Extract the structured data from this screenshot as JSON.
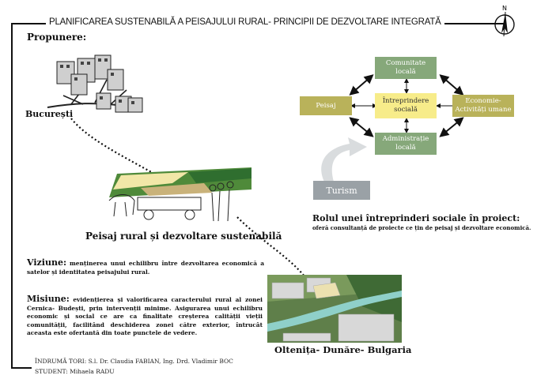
{
  "header": {
    "title": "PLANIFICAREA SUSTENABILĂ A PEISAJULUI RURAL- PRINCIPII DE DEZVOLTARE INTEGRATĂ",
    "compass_letter": "N"
  },
  "proposal": {
    "heading": "Propunere:",
    "city_label": "București",
    "rural_label": "Peisaj rural și dezvoltare sustenabilă",
    "region_label": "Oltenița- Dunăre- Bulgaria"
  },
  "diagram": {
    "top": "Comunitate locală",
    "left": "Peisaj",
    "center": "Întreprindere socială",
    "right": "Economie- Activități umane",
    "bottom": "Administrație locală",
    "tourism": "Turism"
  },
  "role": {
    "title": "Rolul unei întreprinderi sociale în proiect:",
    "text": "oferă consultanță de proiecte ce țin de peisaj și dezvoltare economică."
  },
  "vision": {
    "label": "Viziune:",
    "text": "menținerea unui echilibru între dezvoltarea economică a satelor și identitatea peisajului rural."
  },
  "mission": {
    "label": "Misiune:",
    "text": "evidențierea și valorificarea caracterului rural al zonei Cernica- Budești, prin intervenții minime. Asigurarea unui echilibru economic și social ce are ca finalitate creșterea calității vieții comunității, facilitând deschiderea zonei către exterior, întrucât aceasta este ofertantă din toate punctele de vedere."
  },
  "credits": {
    "coordinators": "ÎNDRUMĂ TORI:  S.l. Dr. Claudia FABIAN, Ing. Drd. Vladimir BOC",
    "student": "STUDENT: Mihaela RADU"
  },
  "colors": {
    "green_box": "#86a87a",
    "olive_box": "#b9b25a",
    "center_box": "#f7ec8a",
    "tourism_box": "#9aa1a6"
  }
}
